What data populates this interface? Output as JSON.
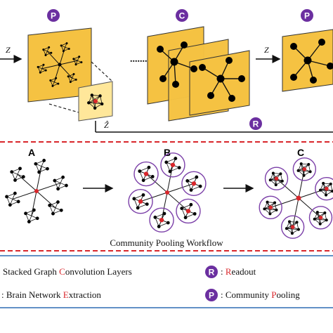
{
  "badges": {
    "pooling": "P",
    "conv": "C",
    "readout": "R"
  },
  "top": {
    "z_left": "Z",
    "z_right": "Z",
    "z_hat": "Ẑ",
    "ellipsis": "........"
  },
  "workflow": {
    "panel_a": "A",
    "panel_b": "B",
    "panel_c": "C",
    "caption": "Community Pooling Workflow"
  },
  "legend": {
    "conv": {
      "text_1": "Stacked Graph ",
      "hl_1": "C",
      "text_2": "onvolution Layers"
    },
    "extraction": {
      "text_1": ": Brain Network ",
      "hl_1": "E",
      "text_2": "xtraction"
    },
    "readout": {
      "text_1": ": ",
      "hl_1": "R",
      "text_2": "eadout"
    },
    "pooling": {
      "text_1": ": Community ",
      "hl_1": "P",
      "text_2": "ooling"
    }
  },
  "colors": {
    "panel": "#F5C242",
    "badge": "#6B2FA0",
    "dashed_divider": "#D9262B",
    "highlight": "#D9262B",
    "legend_rule": "#2E6DB4",
    "community_circle": "#7B3FA8",
    "hub_node": "#D9262B",
    "node": "#000000"
  }
}
